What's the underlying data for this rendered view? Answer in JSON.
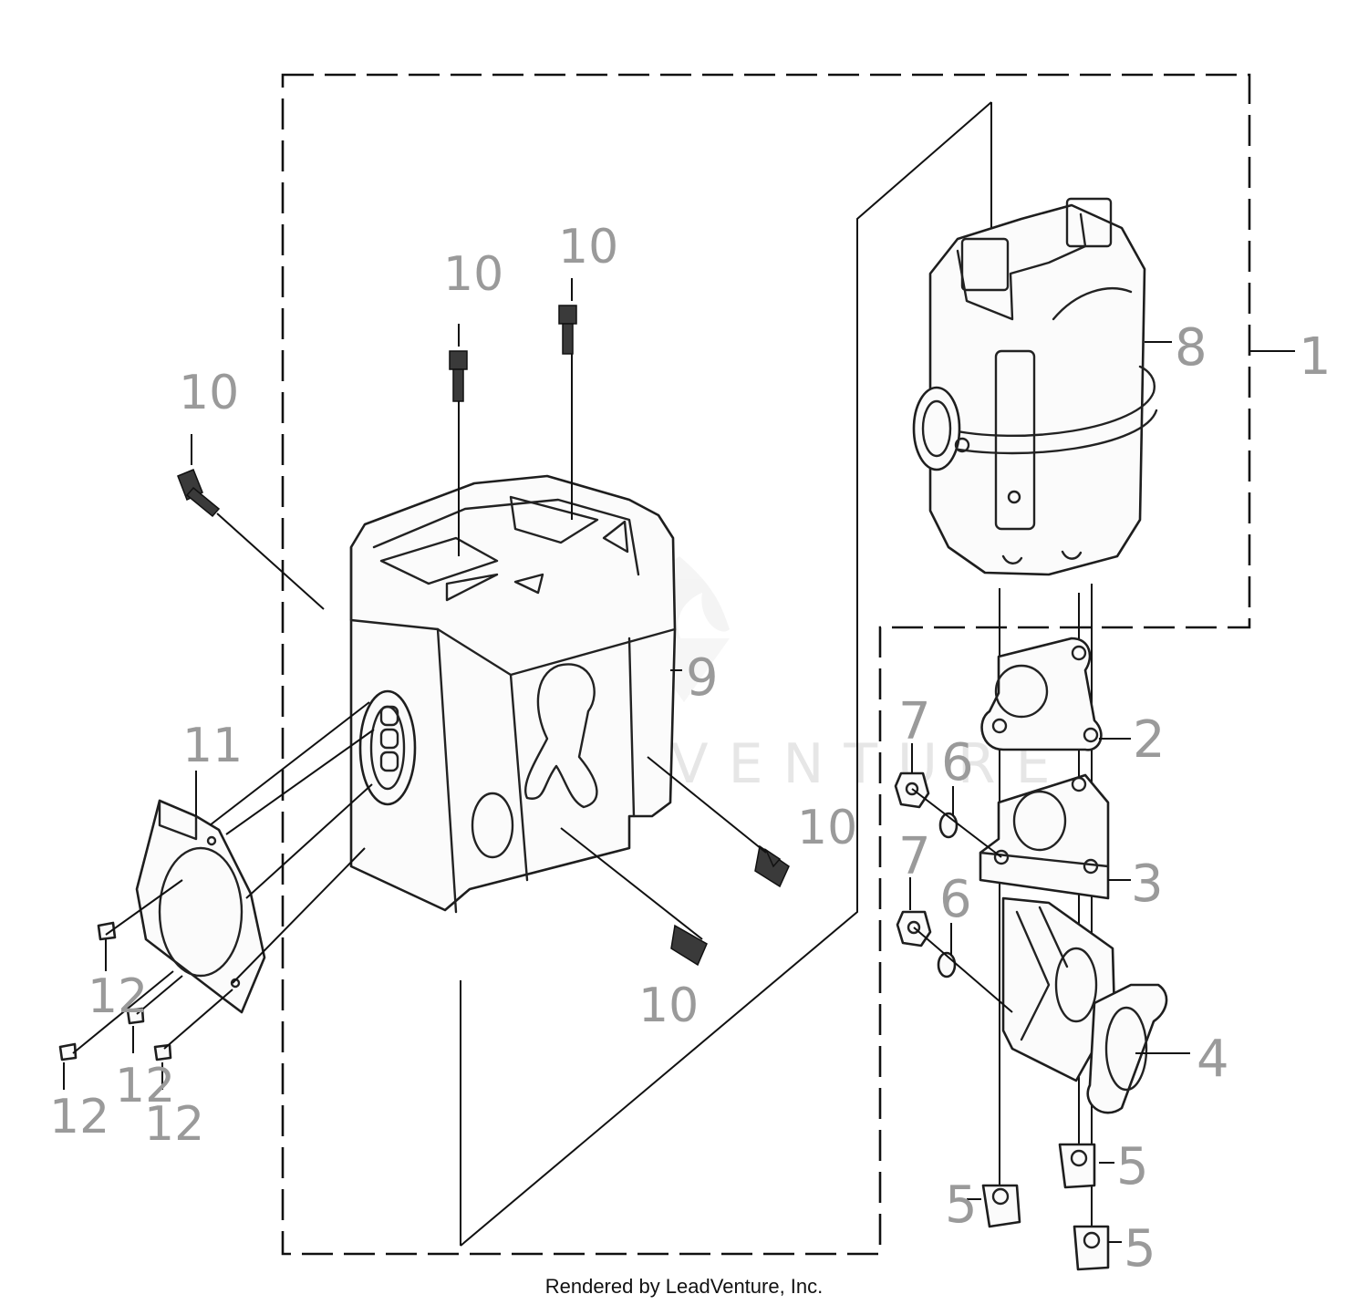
{
  "callouts": {
    "c1": "1",
    "c2": "2",
    "c3": "3",
    "c4": "4",
    "c5a": "5",
    "c5b": "5",
    "c5c": "5",
    "c6a": "6",
    "c6b": "6",
    "c7a": "7",
    "c7b": "7",
    "c8": "8",
    "c9": "9",
    "c10a": "10",
    "c10b": "10",
    "c10c": "10",
    "c10d": "10",
    "c10e": "10",
    "c11": "11",
    "c12a": "12",
    "c12b": "12",
    "c12c": "12",
    "c12d": "12"
  },
  "watermark": "LEADVENTURE",
  "footer": "Rendered by LeadVenture, Inc.",
  "colors": {
    "line": "#1e1e1e",
    "callout": "#9a9a9a",
    "watermark": "#e6e6e6",
    "background": "#ffffff"
  }
}
